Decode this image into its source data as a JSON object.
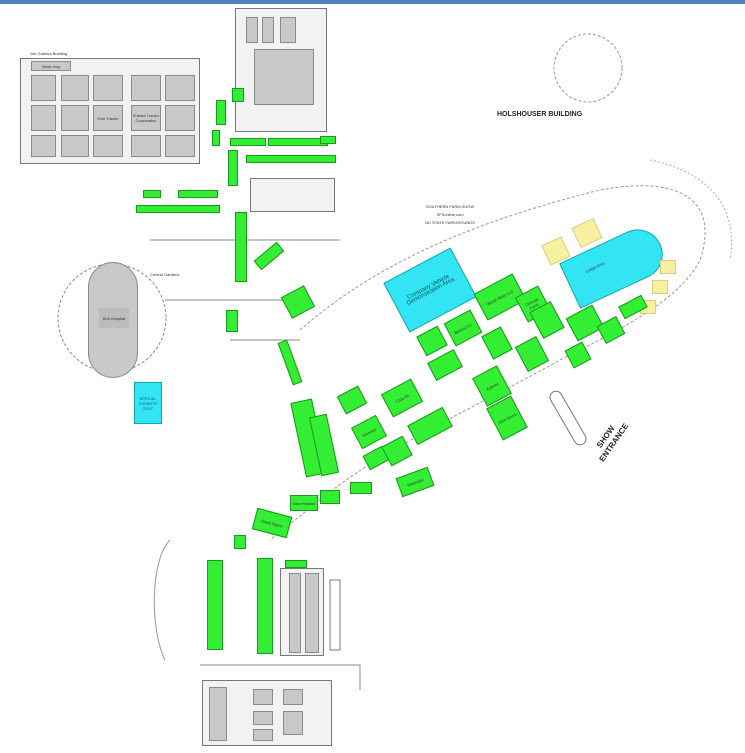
{
  "header": {
    "bar_color": "#4f81bd"
  },
  "map": {
    "jim_graham": "Jim Graham Building",
    "holshouser": "HOLSHOUSER BUILDING",
    "title_block": {
      "line1": "SOUTHERN FARM SHOW",
      "line2": "SFSonline.com",
      "line3": "NC STATE FAIRGROUNDS"
    },
    "show_entrance": {
      "line1": "SHOW",
      "line2": "ENTRANCE"
    },
    "company_vehicle": "Company Vehicle Demonstration Area",
    "special_exhibits": "SPECIAL EXHIBITS TENT",
    "lodge_area": "Lodge Area",
    "kubota": "Kubota Tractor Corporation",
    "bush_hog": "Bush Hog",
    "kioti": "Kioti Tractor",
    "arena_center": "Bull Hospital",
    "central_gardens": "Central Gardens",
    "exhibitors": [
      "Wood-Mizer LLC",
      "Canoga Farm",
      "Bobcat Co.",
      "Kubota",
      "Case IH",
      "John Deere",
      "Vermeer",
      "Mahindra",
      "New Holland",
      "Great Plains"
    ],
    "colors": {
      "booth": "#33ee33",
      "demo": "#33e4f4",
      "reserved": "#f6f0a0",
      "building": "#c8c8c8"
    }
  }
}
